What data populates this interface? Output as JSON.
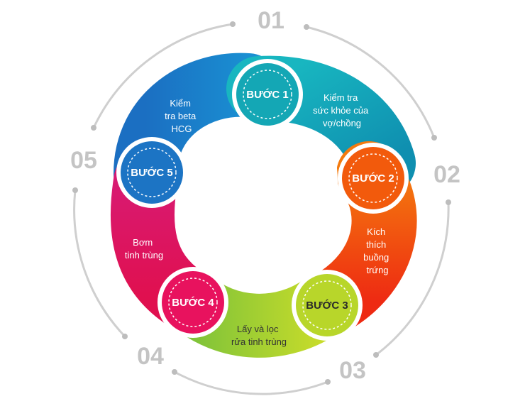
{
  "colors": {
    "step1": "#14a7b5",
    "step2": "#f25a0c",
    "step3": "#a8cf2a",
    "step4": "#e8125e",
    "step5": "#1c74c4",
    "number": "#c4c4c4",
    "outer_ring": "#cfcfcf"
  },
  "steps": [
    {
      "number": "01",
      "badge": "BƯỚC 1",
      "desc": [
        "Kiểm tra",
        "sức khỏe của",
        "vợ/chồng"
      ]
    },
    {
      "number": "02",
      "badge": "BƯỚC 2",
      "desc": [
        "Kích",
        "thích",
        "buồng",
        "trứng"
      ]
    },
    {
      "number": "03",
      "badge": "BƯỚC 3",
      "desc": [
        "Lấy và lọc",
        "rửa tinh trùng"
      ]
    },
    {
      "number": "04",
      "badge": "BƯỚC 4",
      "desc": [
        "Bơm",
        "tinh trùng"
      ]
    },
    {
      "number": "05",
      "badge": "BƯỚC 5",
      "desc": [
        "Kiểm",
        "tra beta",
        "HCG"
      ]
    }
  ]
}
